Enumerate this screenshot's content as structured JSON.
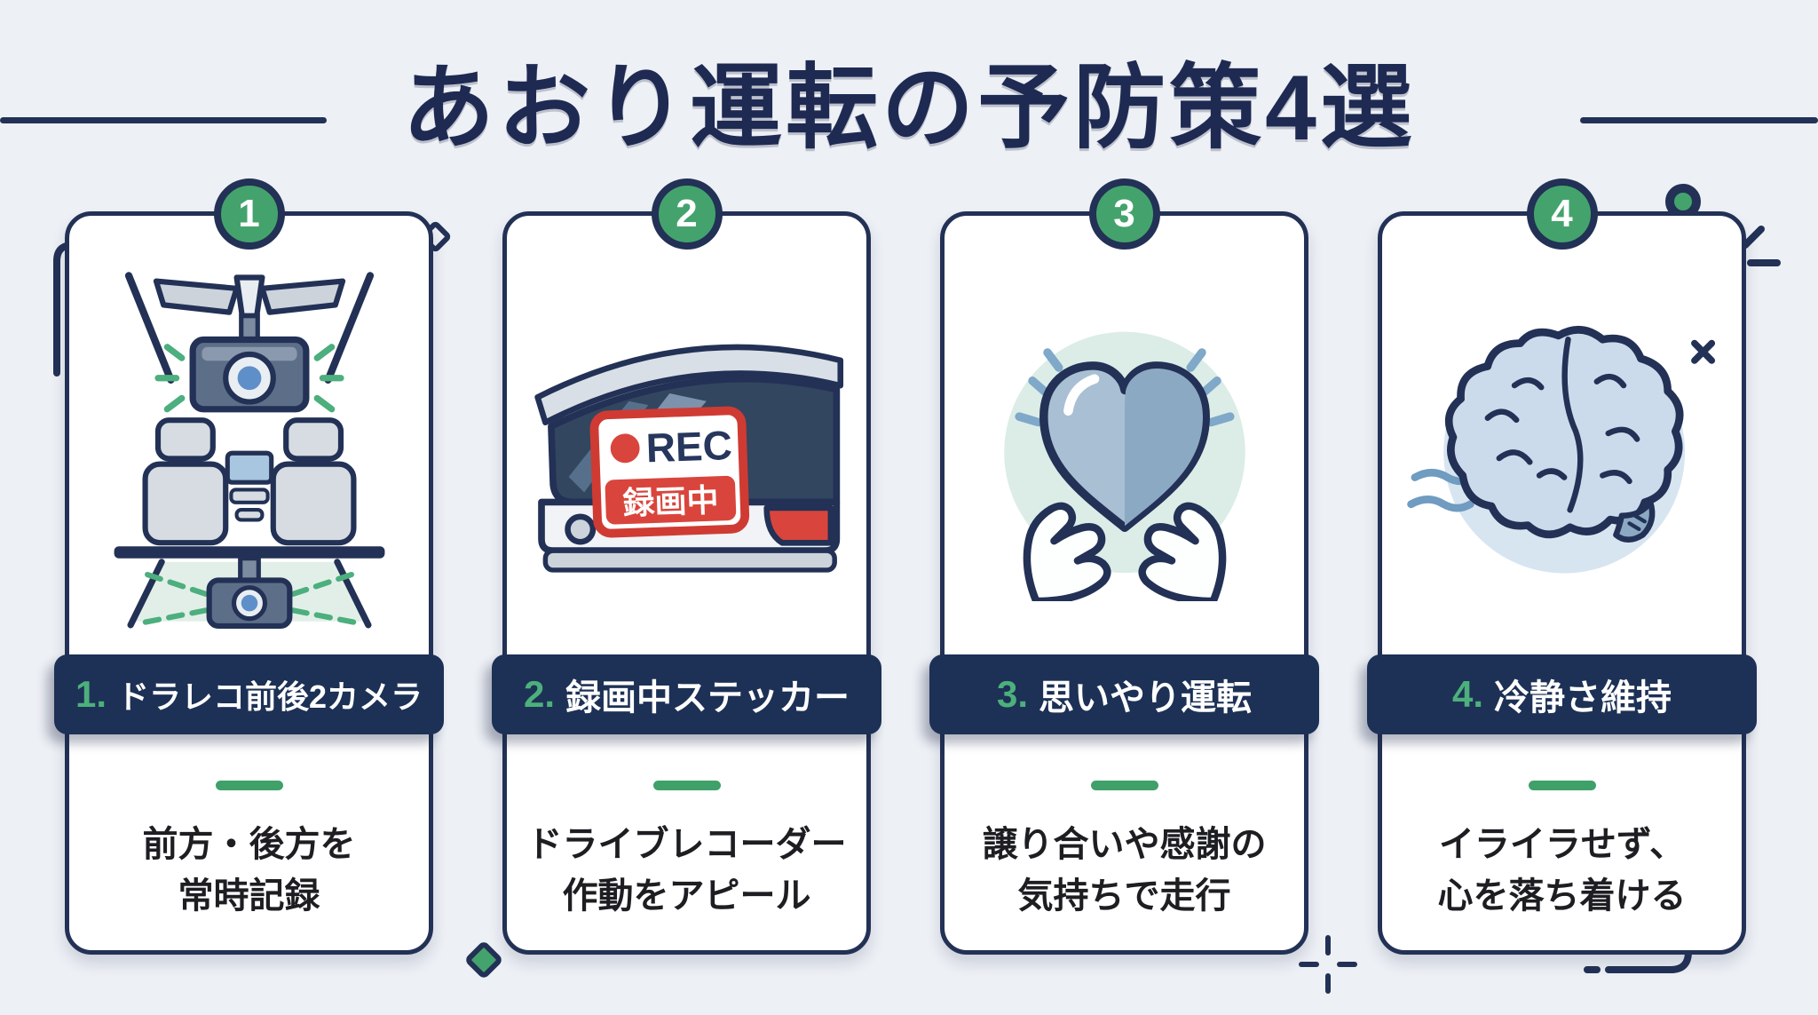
{
  "palette": {
    "background": "#edf0f5",
    "navy_outline": "#223155",
    "banner_navy": "#1d3156",
    "accent_green": "#44a36d",
    "divider_green": "#3fa06a",
    "text_dark": "#1d1e22",
    "sticker_red": "#d9453c",
    "card_white": "#ffffff"
  },
  "header": {
    "title": "あおり運転の予防策4選"
  },
  "cards": [
    {
      "number": "1",
      "number_label": "1.",
      "title": "ドラレコ前後2カメラ",
      "icon": "dashcam-icon",
      "description_line1": "前方・後方を",
      "description_line2": "常時記録"
    },
    {
      "number": "2",
      "number_label": "2.",
      "title": "録画中ステッカー",
      "icon": "rec-sticker-icon",
      "sticker": {
        "rec_label": "REC",
        "recording_label": "録画中"
      },
      "description_line1": "ドライブレコーダー",
      "description_line2": "作動をアピール"
    },
    {
      "number": "3",
      "number_label": "3.",
      "title": "思いやり運転",
      "icon": "heart-hands-icon",
      "description_line1": "譲り合いや感謝の",
      "description_line2": "気持ちで走行"
    },
    {
      "number": "4",
      "number_label": "4.",
      "title": "冷静さ維持",
      "icon": "brain-icon",
      "description_line1": "イライラせず、",
      "description_line2": "心を落ち着ける"
    }
  ]
}
